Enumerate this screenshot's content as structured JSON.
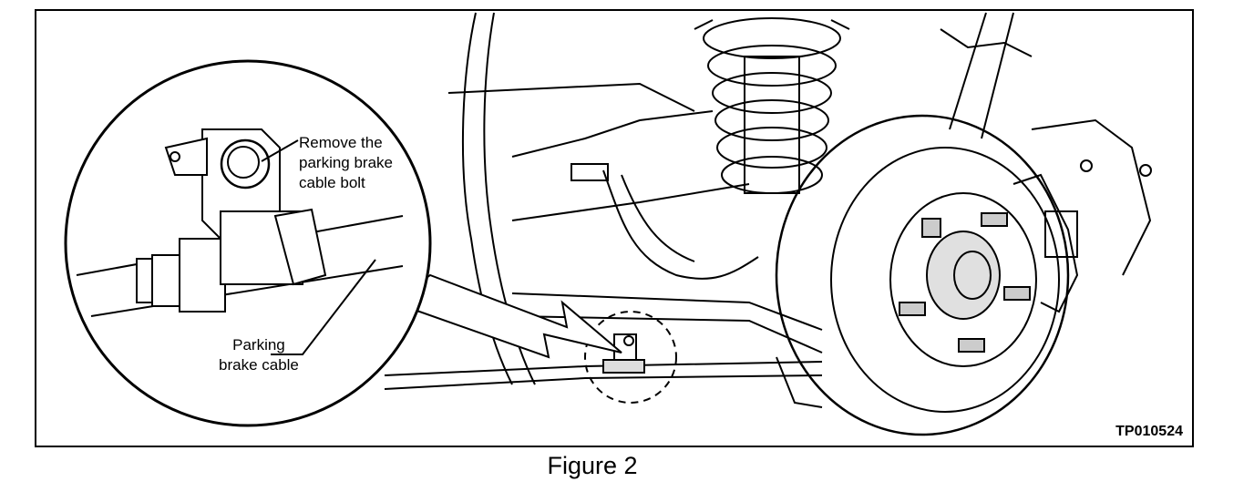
{
  "figure": {
    "caption": "Figure 2",
    "code": "TP010524"
  },
  "callouts": {
    "remove_bolt": "Remove the\nparking brake\ncable bolt",
    "parking_cable": "Parking\nbrake cable"
  },
  "icons": {
    "detail_magnifier": "magnified-detail-circle",
    "pointer_arrow": "callout-arrow",
    "brake_disc": "brake-rotor",
    "coil_spring": "coil-spring",
    "bracket": "cable-bracket"
  },
  "colors": {
    "line": "#000000",
    "paper": "#ffffff",
    "tint": "#e0e0e0"
  }
}
